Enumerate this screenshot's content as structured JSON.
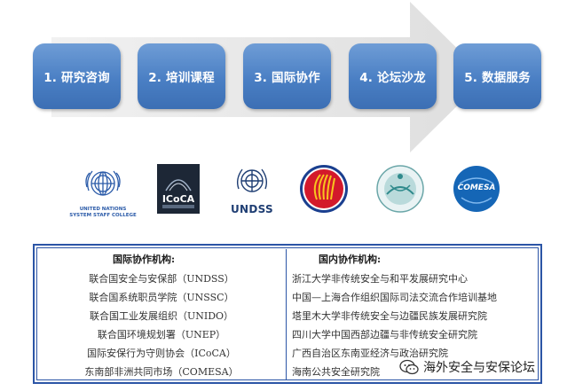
{
  "steps": [
    {
      "label": "1. 研究咨询"
    },
    {
      "label": "2. 培训课程"
    },
    {
      "label": "3. 国际协作"
    },
    {
      "label": "4. 论坛沙龙"
    },
    {
      "label": "5. 数据服务"
    }
  ],
  "logos": {
    "unssc": {
      "line1": "UNITED NATIONS",
      "line2": "SYSTEM STAFF COLLEGE"
    },
    "icoca": {
      "name": "ICoCA"
    },
    "undss": {
      "name": "UNDSS"
    },
    "comesa": {
      "name": "COMESA"
    }
  },
  "table": {
    "left_header": "国际协作机构:",
    "right_header": "国内协作机构:",
    "left_rows": [
      "联合国安全与安保部（UNDSS）",
      "联合国系统职员学院（UNSSC）",
      "联合国工业发展组织（UNIDO）",
      "联合国环境规划署（UNEP）",
      "国际安保行为守则协会（ICoCA）",
      "东南部非洲共同市场（COMESA）"
    ],
    "right_rows": [
      "浙江大学非传统安全与和平发展研究中心",
      "中国—上海合作组织国际司法交流合作培训基地",
      "塔里木大学非传统安全与边疆民族发展研究院",
      "四川大学中国西部边疆与非传统安全研究院",
      "广西自治区东南亚经济与政治研究院",
      "海南公共安全研究院"
    ]
  },
  "watermark": {
    "text": "海外安全与安保论坛"
  },
  "colors": {
    "step_blue": "#4a7fc4",
    "arrow_gray": "#e6e6e6",
    "table_border": "#2c55a6"
  }
}
